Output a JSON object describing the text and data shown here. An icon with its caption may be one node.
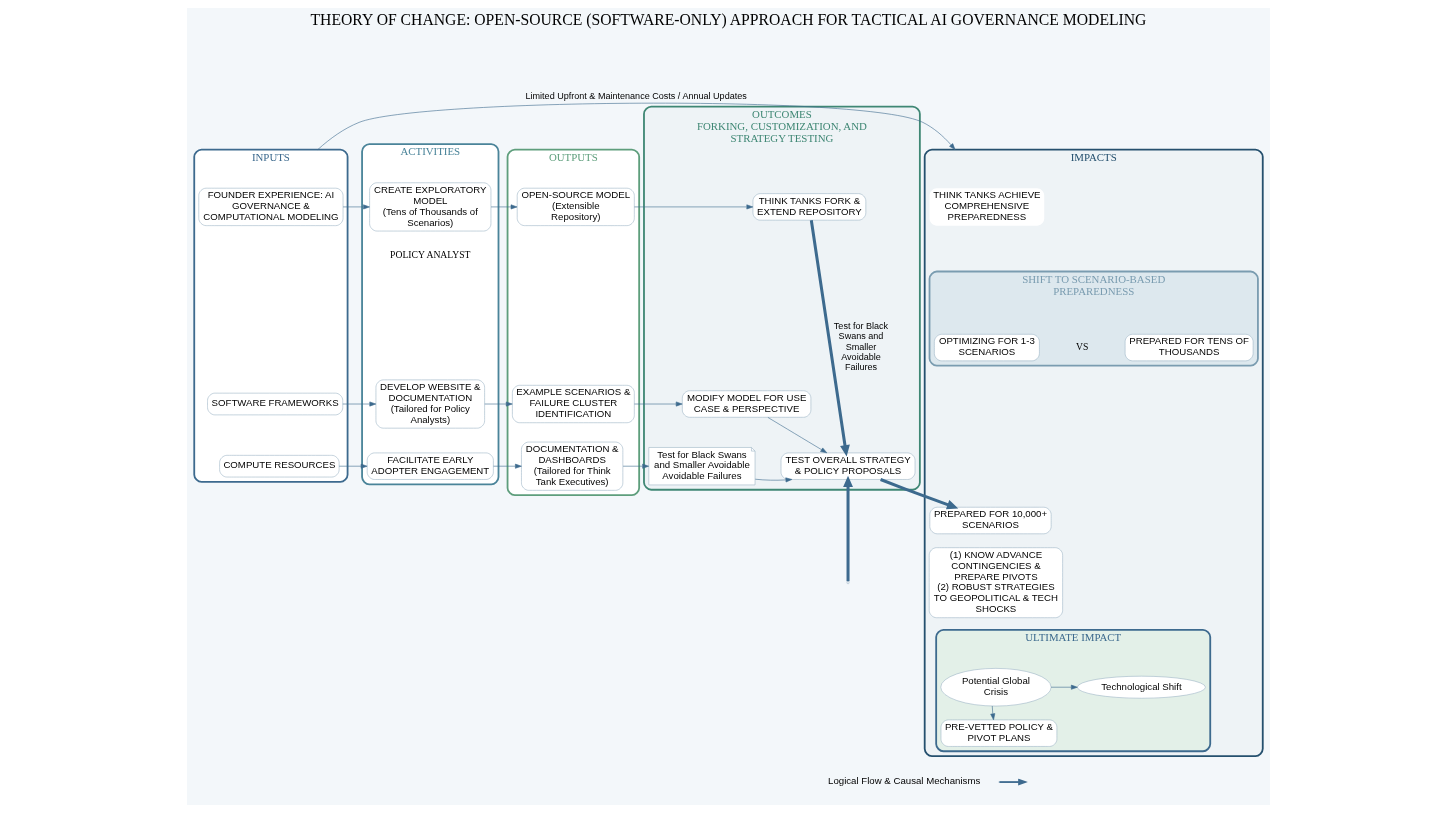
{
  "diagram": {
    "title": "THEORY OF CHANGE: OPEN-SOURCE (SOFTWARE-ONLY) APPROACH FOR TACTICAL AI GOVERNANCE MODELING",
    "nodes": [
      {
        "text": [
          "INPUTS"
        ]
      },
      {
        "text": [
          "FOUNDER EXPERIENCE: AI GOVERNANCE & COMPUTATIONAL MODELING"
        ],
        "in": 0
      },
      {
        "text": [
          "SOFTWARE FRAMEWORKS"
        ],
        "in": 0
      },
      {
        "text": [
          "COMPUTE RESOURCES"
        ],
        "in": 0
      },
      {
        "text": [
          "ACTIVITIES"
        ]
      },
      {
        "text": [
          "CREATE EXPLORATORY MODEL",
          "(Tens of Thousands of Scenarios)"
        ],
        "in": 4
      },
      {
        "text": [
          "DEVELOP WEBSITE & DOCUMENTATION",
          "(Tailored for Policy Analysts)"
        ],
        "in": 4
      },
      {
        "text": [
          "FACILITATE EARLY ADOPTER ENGAGEMENT"
        ],
        "in": 4
      },
      {
        "text": [
          "OUTPUTS"
        ]
      },
      {
        "text": [
          "OPEN-SOURCE MODEL",
          "(Extensible Repository)"
        ],
        "in": 8
      },
      {
        "text": [
          "EXAMPLE SCENARIOS & FAILURE CLUSTER IDENTIFICATION"
        ],
        "in": 8
      },
      {
        "text": [
          "DOCUMENTATION & DASHBOARDS",
          "(Tailored for Think Tank Executives)"
        ],
        "in": 8
      },
      {
        "text": [
          "OUTCOMES",
          "FORKING, CUSTOMIZATION, AND STRATEGY TESTING"
        ]
      },
      {
        "text": [
          "THINK TANKS FORK & EXTEND REPOSITORY"
        ],
        "in": 12
      },
      {
        "text": [
          "MODIFY MODEL FOR USE CASE & PERSPECTIVE"
        ],
        "in": 12
      },
      {
        "text": [
          "TEST OVERALL STRATEGY & POLICY PROPOSALS"
        ],
        "in": 12
      },
      {
        "text": [
          "Test for Black Swans and Smaller Avoidable Avoidable Failures"
        ],
        "in": 12
      },
      {
        "text": [
          "IMPACTS"
        ]
      },
      {
        "text": [
          "THINK TANKS ACHIEVE COMPREHENSIVE PREPAREDNESS"
        ],
        "in": 17
      },
      {
        "text": [
          "SHIFT TO SCENARIO-BASED PREPAREDNESS"
        ],
        "in": 17
      },
      {
        "text": [
          "OPTIMIZING FOR 1-3 SCENARIOS"
        ],
        "in": 19
      },
      {
        "text": [
          "PREPARED FOR TENS OF THOUSANDS"
        ],
        "in": 19
      },
      {
        "text": [
          "PREPARED FOR 10,000+ SCENARIOS"
        ],
        "in": 17
      },
      {
        "text": [
          "(1) KNOW ADVANCE CONTINGENCIES & PREPARE PIVOTS",
          "(2) ROBUST STRATEGIES TO GEOPOLITICAL & TECH SHOCKS"
        ],
        "in": 17
      },
      {
        "text": [
          "ULTIMATE IMPACT"
        ],
        "in": 17
      },
      {
        "text": [
          "Potential Global Crisis"
        ],
        "in": 24
      },
      {
        "text": [
          "Technological Shift"
        ],
        "in": 24
      },
      {
        "text": [
          "PRE-VETTED POLICY & PIVOT PLANS"
        ],
        "in": 24
      }
    ],
    "edges": [
      {
        "from": 0,
        "to": 17,
        "arrow": "to",
        "label": "Limited Upfront & Maintenance Costs / Annual Updates"
      },
      {
        "from": 1,
        "to": 5,
        "arrow": "to"
      },
      {
        "from": 2,
        "to": 6,
        "arrow": "to"
      },
      {
        "from": 3,
        "to": 7,
        "arrow": "to"
      },
      {
        "from": 5,
        "to": 9,
        "arrow": "to"
      },
      {
        "from": 6,
        "to": 10,
        "arrow": "to"
      },
      {
        "from": 7,
        "to": 11,
        "arrow": "to"
      },
      {
        "from": 9,
        "to": 13,
        "arrow": "to"
      },
      {
        "from": 10,
        "to": 14,
        "arrow": "to"
      },
      {
        "from": 11,
        "to": 16,
        "arrow": "to"
      },
      {
        "from": 13,
        "to": 15,
        "arrow": "to",
        "label": "Test for Black Swans and Smaller Avoidable Failures",
        "style": "thick"
      },
      {
        "from": 14,
        "to": 15,
        "arrow": "to"
      },
      {
        "from": 16,
        "to": 15,
        "arrow": "to"
      },
      {
        "from": null,
        "to": 15,
        "arrow": "to",
        "style": "thick"
      },
      {
        "from": 15,
        "to": 22,
        "arrow": "to",
        "style": "thick"
      },
      {
        "from": 25,
        "to": 26,
        "arrow": "to"
      },
      {
        "from": 25,
        "to": 27,
        "arrow": "to"
      }
    ],
    "labels": [
      "POLICY ANALYST",
      "VS"
    ],
    "legend": [
      {
        "text": "Logical Flow & Causal Mechanisms"
      }
    ]
  }
}
